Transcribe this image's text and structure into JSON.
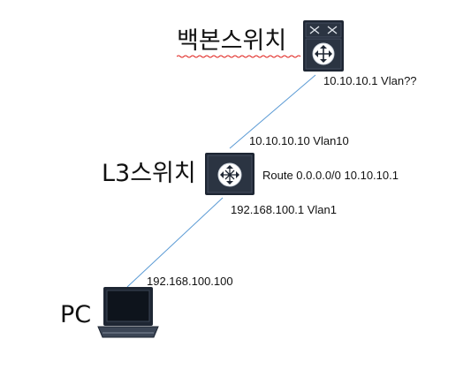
{
  "nodes": {
    "backbone_switch": {
      "name": "백본스위치",
      "ip_label": "10.10.10.1 Vlan??"
    },
    "l3_switch": {
      "name": "L3스위치",
      "uplink_label": "10.10.10.10 Vlan10",
      "route_label": "Route 0.0.0.0/0 10.10.10.1",
      "downlink_label": "192.168.100.1 Vlan1"
    },
    "pc": {
      "name": "PC",
      "ip_label": "192.168.100.100"
    }
  },
  "colors": {
    "link": "#5b9bd5",
    "device_body": "#1e2633",
    "device_bezel": "#3c4656",
    "spellcheck": "#e0201b"
  },
  "icons": {
    "backbone_switch": "multilayer-switch-icon",
    "l3_switch": "layer3-switch-icon",
    "pc": "laptop-icon"
  }
}
